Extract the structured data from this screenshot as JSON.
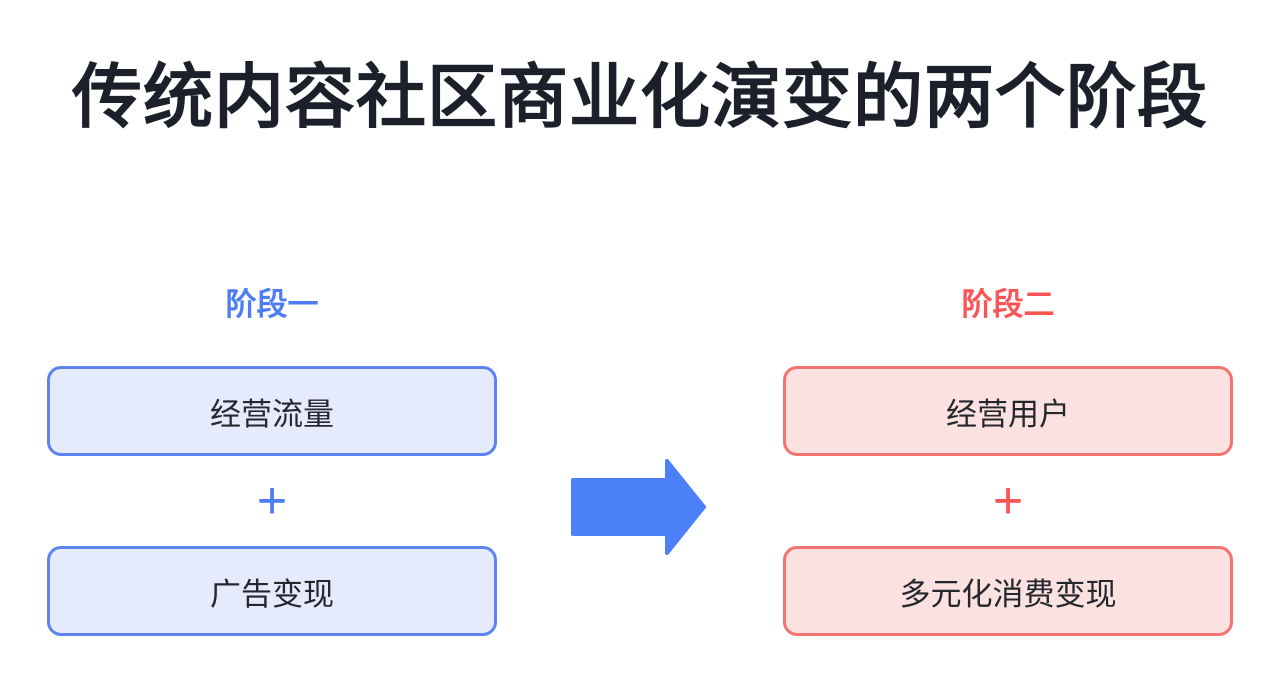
{
  "page": {
    "background": "#FFFFFF",
    "title": "传统内容社区商业化演变的两个阶段",
    "title_color": "#1C202A"
  },
  "stages": [
    {
      "label": "阶段一",
      "plus": "+",
      "boxes": [
        "经营流量",
        "广告变现"
      ],
      "colors": {
        "accent": "#4C7DF5",
        "border": "#5B83F1",
        "fill": "#E5EBFC",
        "text": "#24272E"
      }
    },
    {
      "label": "阶段二",
      "plus": "+",
      "boxes": [
        "经营用户",
        "多元化消费变现"
      ],
      "colors": {
        "accent": "#FA5454",
        "border": "#F4726F",
        "fill": "#FBE2E1",
        "text": "#24272E"
      }
    }
  ],
  "arrow": {
    "icon": "right-arrow",
    "color": "#4C80F8"
  }
}
